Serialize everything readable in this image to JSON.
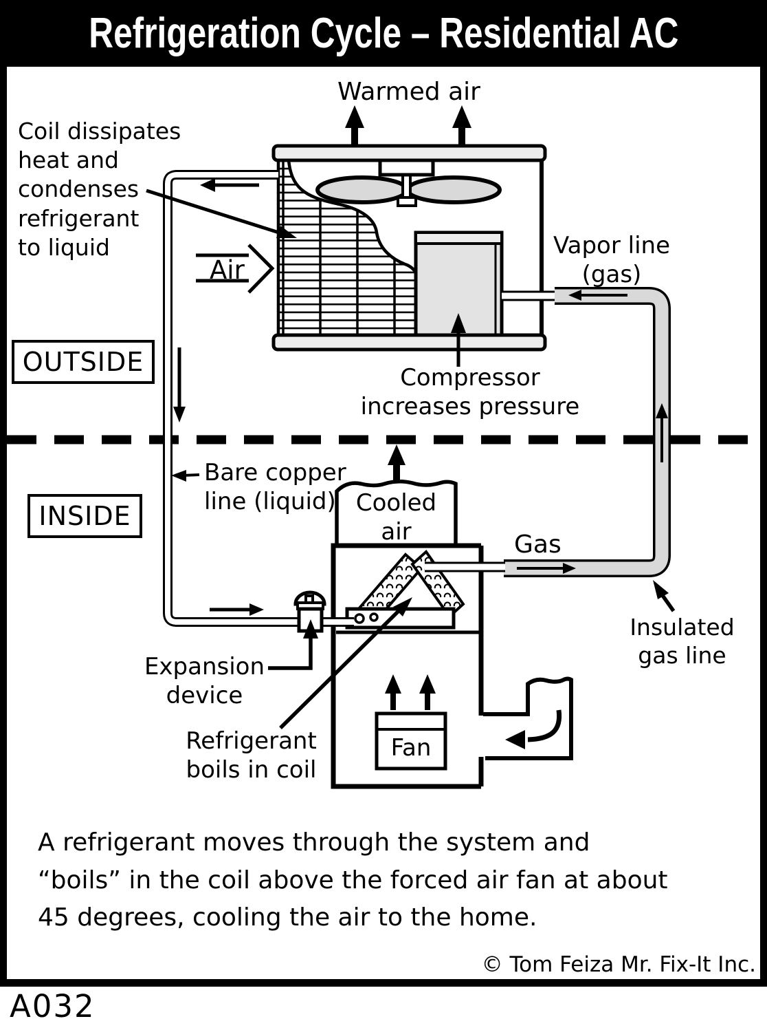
{
  "title": "Refrigeration Cycle – Residential AC",
  "doc_id": "A032",
  "zones": {
    "outside": "OUTSIDE",
    "inside": "INSIDE"
  },
  "labels": {
    "warmed_air": "Warmed air",
    "coil_note": "Coil dissipates\nheat and\ncondenses\nrefrigerant\nto liquid",
    "air": "Air",
    "vapor_line": "Vapor line\n(gas)",
    "compressor_note": "Compressor\nincreases pressure",
    "bare_copper": "Bare copper\nline (liquid)",
    "cooled_air": "Cooled\nair",
    "gas": "Gas",
    "insulated_gas": "Insulated\ngas line",
    "expansion": "Expansion\ndevice",
    "refrigerant_note": "Refrigerant\nboils in coil",
    "fan": "Fan"
  },
  "caption": "A refrigerant moves through the system and\n“boils” in the coil above the forced air fan at about\n45 degrees, cooling the air to the home.",
  "copyright": "© Tom Feiza Mr. Fix-It Inc.",
  "colors": {
    "background": "#ffffff",
    "ink": "#000000",
    "unit_gray": "#ececec",
    "pipe_gray": "#d9d9d9",
    "compressor_gray": "#e3e3e3"
  }
}
